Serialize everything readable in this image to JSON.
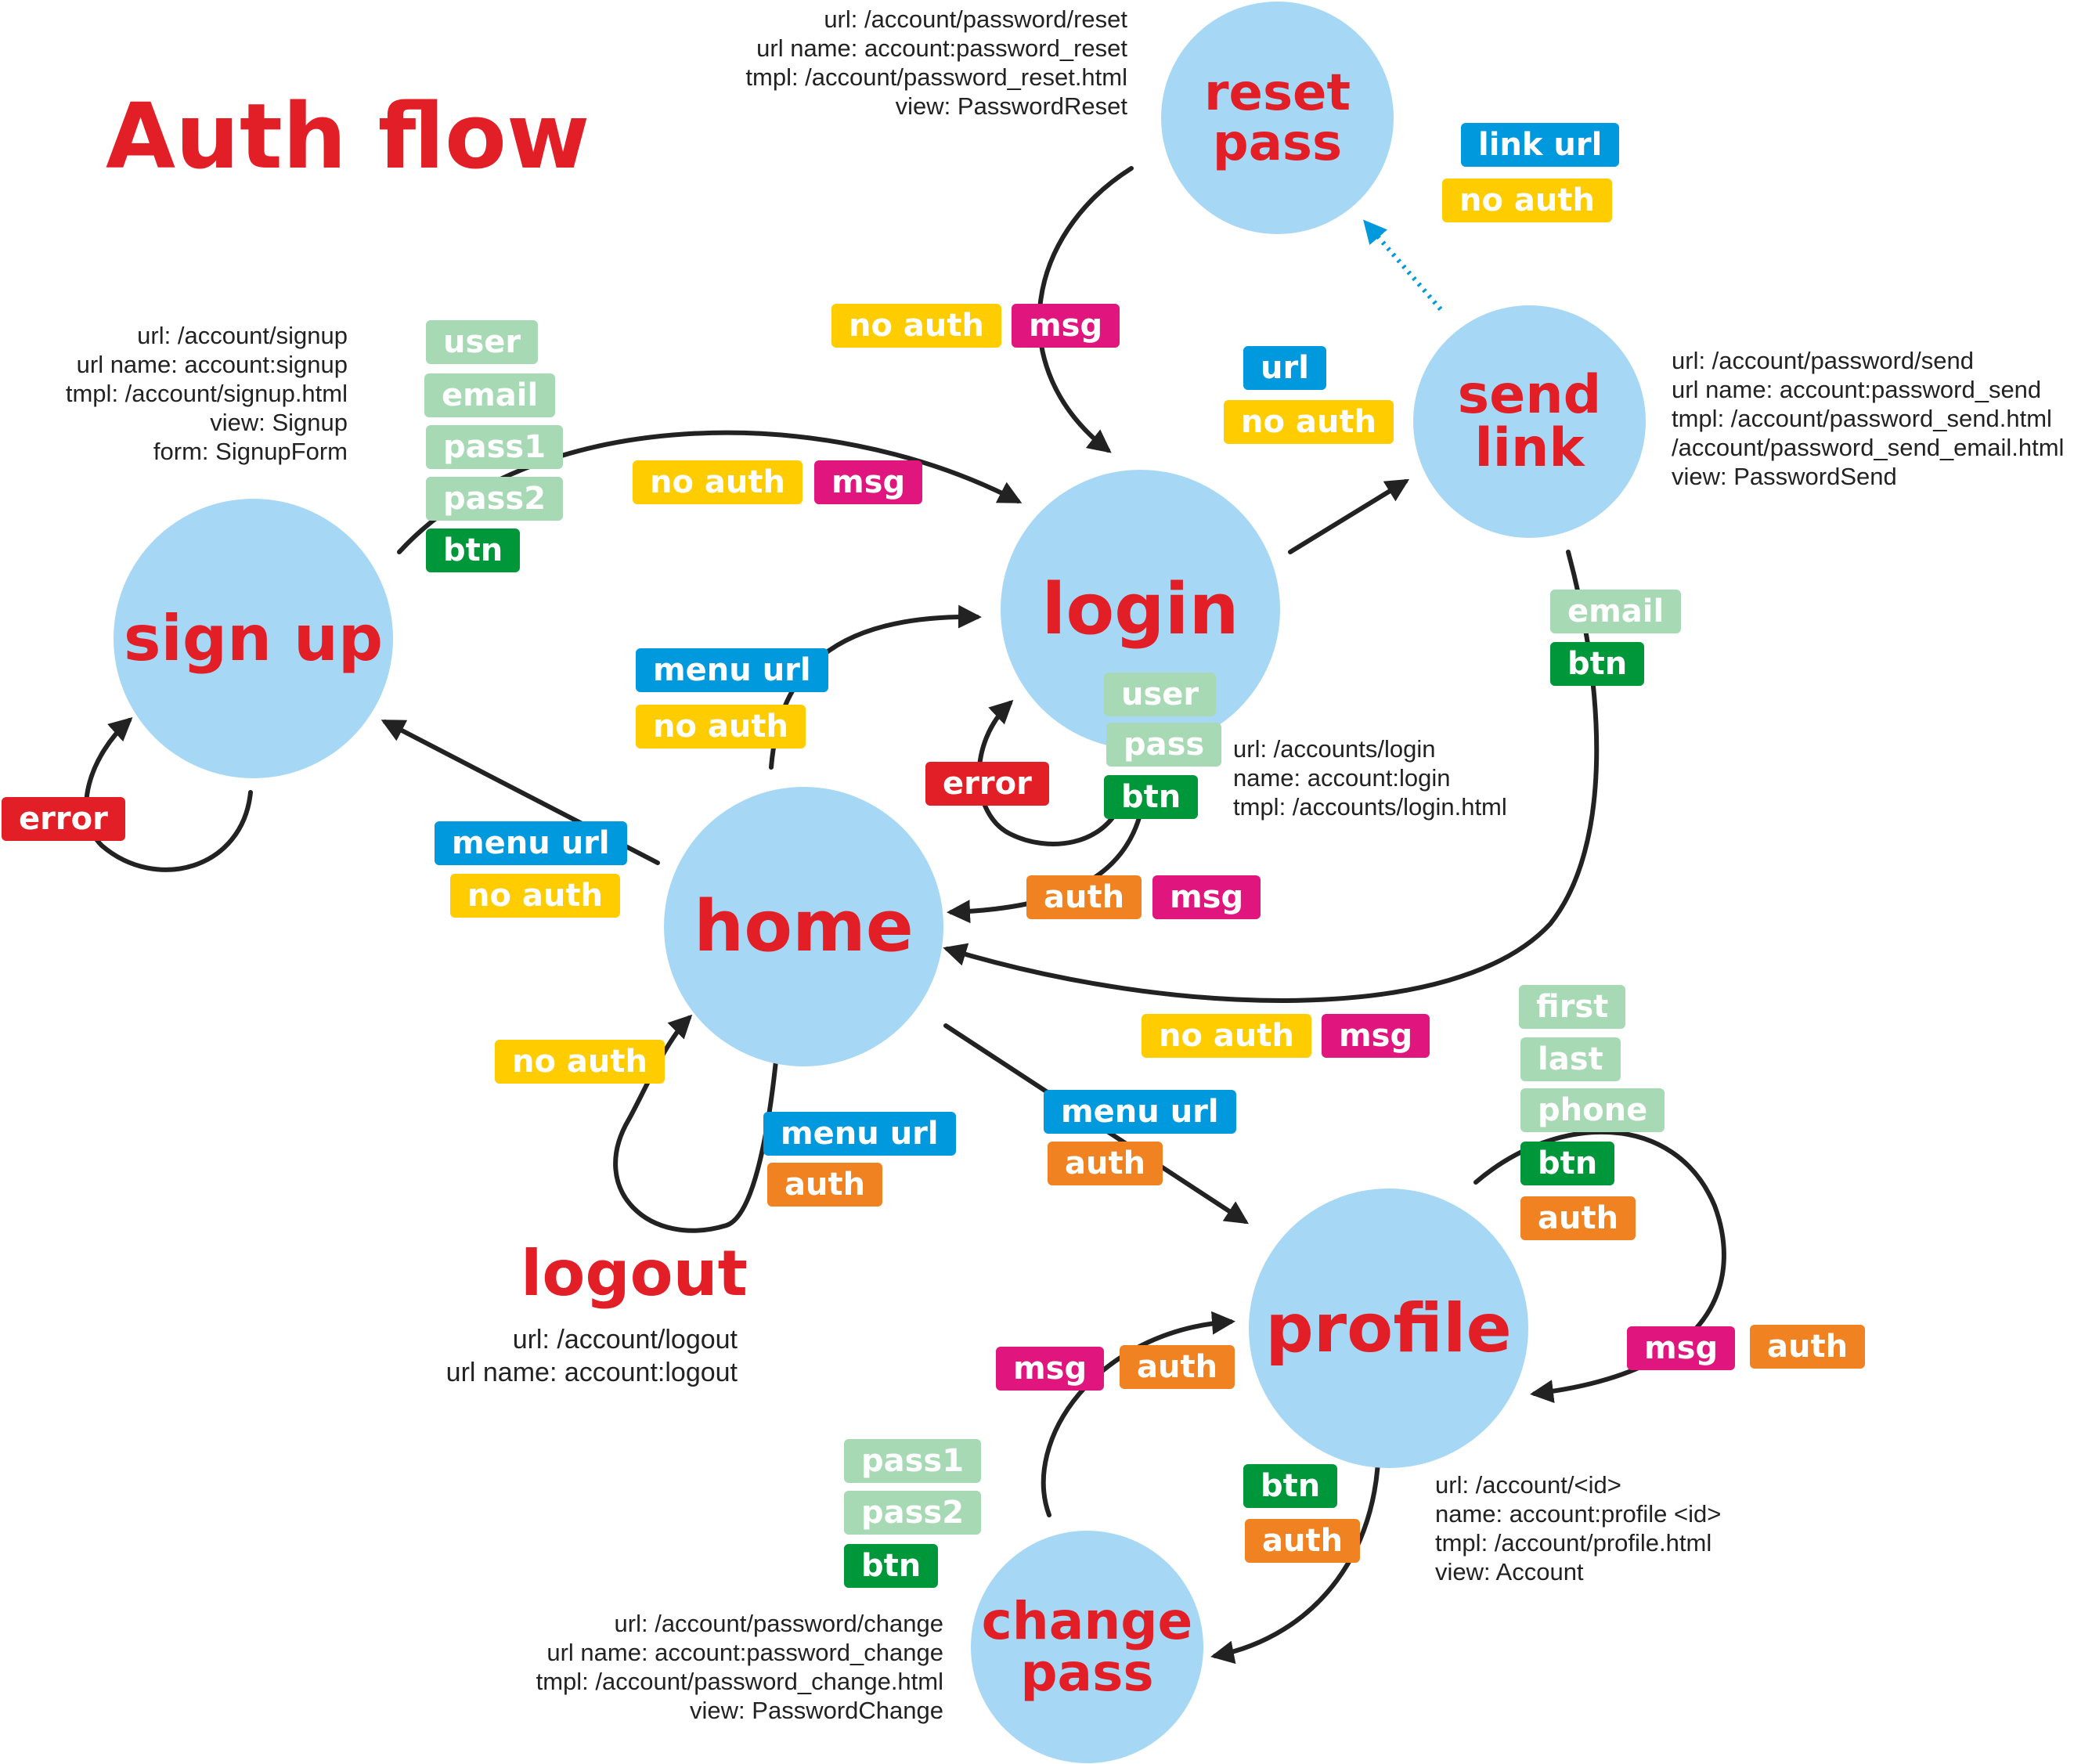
{
  "title": "Auth flow",
  "colors": {
    "node_fill": "#a6d8f5",
    "node_text": "#e21e26",
    "url": "#0099dd",
    "no_auth": "#ffcc00",
    "msg": "#e0157e",
    "error": "#e21e26",
    "auth": "#f08222",
    "btn": "#00973a",
    "field": "#a7d9b5",
    "arrow": "#222222",
    "dotted_arrow": "#0099dd"
  },
  "nodes": {
    "reset_pass": "reset\npass",
    "send_link": "send\nlink",
    "sign_up": "sign up",
    "login": "login",
    "home": "home",
    "profile": "profile",
    "change_pass": "change\npass"
  },
  "logout": {
    "label": "logout",
    "lines": [
      "url: /account/logout",
      "url name: account:logout"
    ]
  },
  "info": {
    "reset": [
      "url: /account/password/reset",
      "url name: account:password_reset",
      "tmpl: /account/password_reset.html",
      "view: PasswordReset"
    ],
    "signup": [
      "url: /account/signup",
      "url name: account:signup",
      "tmpl: /account/signup.html",
      "view: Signup",
      "form: SignupForm"
    ],
    "send": [
      "url: /account/password/send",
      "url name: account:password_send",
      "tmpl: /account/password_send.html",
      "/account/password_send_email.html",
      "view: PasswordSend"
    ],
    "login": [
      "url: /accounts/login",
      "name: account:login",
      "tmpl: /accounts/login.html"
    ],
    "profile": [
      "url: /account/<id>",
      "name: account:profile <id>",
      "tmpl: /account/profile.html",
      "view: Account"
    ],
    "change": [
      "url: /account/password/change",
      "url name: account:password_change",
      "tmpl: /account/password_change.html",
      "view: PasswordChange"
    ]
  },
  "tags": {
    "link_url": "link url",
    "menu_url": "menu url",
    "url": "url",
    "no_auth": "no auth",
    "msg": "msg",
    "error": "error",
    "auth": "auth",
    "btn": "btn",
    "user": "user",
    "email": "email",
    "pass": "pass",
    "pass1": "pass1",
    "pass2": "pass2",
    "first": "first",
    "last": "last",
    "phone": "phone"
  }
}
